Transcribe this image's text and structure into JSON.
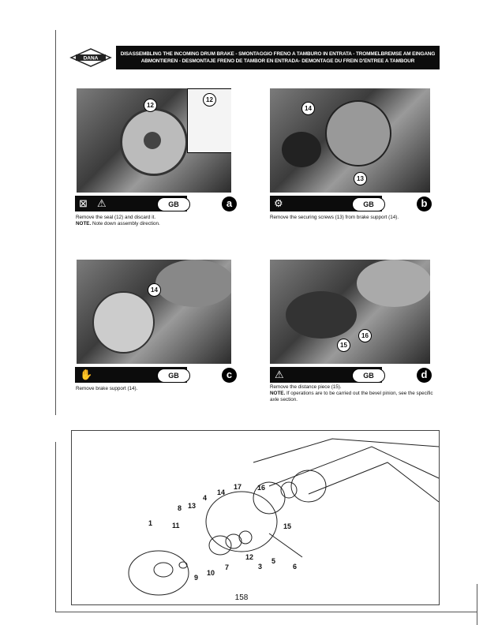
{
  "header": {
    "brand": "DANA",
    "title_line1": "DISASSEMBLING THE INCOMING DRUM BRAKE - SMONTAGGIO FRENO A TAMBURO IN ENTRATA - TROMMELBREMSE AM EINGANG",
    "title_line2": "ABMONTIEREN - DESMONTAJE FRENO DE TAMBOR EN ENTRADA- DEMONTAGE DU FREIN D'ENTREE A TAMBOUR"
  },
  "steps": [
    {
      "letter": "a",
      "lang": "GB",
      "callouts": [
        "12",
        "12"
      ],
      "text": "Remove the seal (12) and discard it.",
      "note_label": "NOTE.",
      "note": "Note down assembly direction."
    },
    {
      "letter": "b",
      "lang": "GB",
      "callouts": [
        "14",
        "13"
      ],
      "text": "Remove the securing screws (13) from brake support (14).",
      "note_label": "",
      "note": ""
    },
    {
      "letter": "c",
      "lang": "GB",
      "callouts": [
        "14"
      ],
      "text": "Remove brake support (14).",
      "note_label": "",
      "note": ""
    },
    {
      "letter": "d",
      "lang": "GB",
      "callouts": [
        "15",
        "16"
      ],
      "text": "Remove the distance piece (15).",
      "note_label": "NOTE.",
      "note": "If operations are to be carried out the bevel pinion, see the specific axle section."
    }
  ],
  "diagram": {
    "labels": [
      "1",
      "3",
      "4",
      "5",
      "6",
      "7",
      "8",
      "9",
      "10",
      "11",
      "12",
      "13",
      "14",
      "15",
      "16",
      "17"
    ]
  },
  "page_number": "158"
}
